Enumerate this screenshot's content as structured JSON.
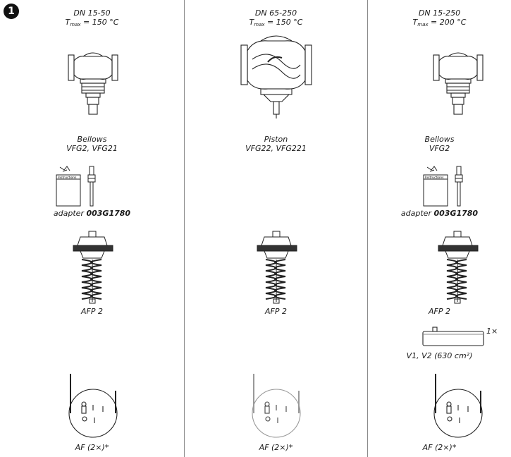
{
  "step_number": "1",
  "columns": [
    {
      "dn": "DN 15-50",
      "t_symbol": "T",
      "t_sub": "max",
      "t_value": " = 150 °C",
      "valve_type": "Bellows",
      "valve_models": "VFG2, VFG21",
      "adapter_prefix": "adapter ",
      "adapter_code": "003G1780",
      "instructions_label": "Instructions",
      "actuator": "AFP 2",
      "sensor": "AF (2×)*"
    },
    {
      "dn": "DN 65-250",
      "t_symbol": "T",
      "t_sub": "max",
      "t_value": " = 150 °C",
      "valve_type": "Piston",
      "valve_models": "VFG22, VFG221",
      "actuator": "AFP 2",
      "sensor": "AF (2×)*"
    },
    {
      "dn": "DN 15-250",
      "t_symbol": "T",
      "t_sub": "max",
      "t_value": " = 200 °C",
      "valve_type": "Bellows",
      "valve_models": "VFG2",
      "adapter_prefix": "adapter ",
      "adapter_code": "003G1780",
      "instructions_label": "Instructions",
      "actuator": "AFP 2",
      "vessel": "V1, V2 (630 cm²)",
      "vessel_qty": "1×",
      "sensor": "AF (2×)*"
    }
  ]
}
